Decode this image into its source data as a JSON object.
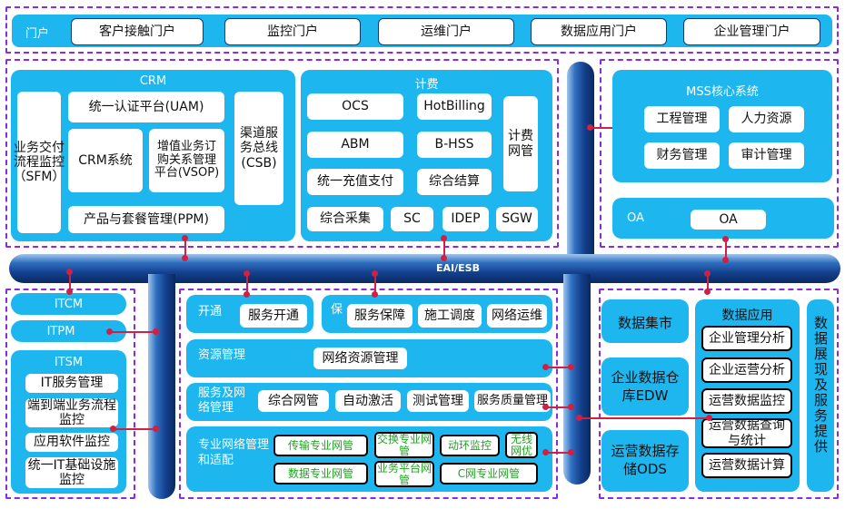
{
  "portal": {
    "label": "门户",
    "items": [
      "客户接触门户",
      "监控门户",
      "运维门户",
      "数据应用门户",
      "企业管理门户"
    ]
  },
  "crm": {
    "title": "CRM",
    "sfm": "业务交付流程监控（SFM）",
    "uam": "统一认证平台(UAM)",
    "crm_system": "CRM系统",
    "vsop": "增值业务订购关系管理平台(VSOP)",
    "csb": "渠道服务总线(CSB)",
    "ppm": "产品与套餐管理(PPM)"
  },
  "billing": {
    "title": "计费",
    "ocs": "OCS",
    "hotbilling": "HotBilling",
    "abm": "ABM",
    "bhss": "B-HSS",
    "recharge": "统一充值支付",
    "settlement": "综合结算",
    "network": "计费网管",
    "collect": "综合采集",
    "sc": "SC",
    "idep": "IDEP",
    "sgw": "SGW"
  },
  "mss": {
    "title": "MSS核心系统",
    "items": [
      "工程管理",
      "人力资源",
      "财务管理",
      "审计管理"
    ]
  },
  "oa": {
    "label": "OA",
    "item": "OA"
  },
  "bus": {
    "label": "EAI/ESB"
  },
  "it": {
    "itcm": "ITCM",
    "itpm": "ITPM",
    "itsm": "ITSM",
    "items": [
      "IT服务管理",
      "端到端业务流程监控",
      "应用软件监控",
      "统一IT基础设施监控"
    ]
  },
  "oss": {
    "provision_label": "开通",
    "provision_item": "服务开通",
    "assurance_label": "保",
    "assurance_items": [
      "服务保障",
      "施工调度",
      "网络运维"
    ],
    "resource_label": "资源管理",
    "resource_item": "网络资源管理",
    "service_label": "服务及网络管理",
    "service_items": [
      "综合网管",
      "自动激活",
      "测试管理",
      "服务质量管理"
    ],
    "pro_label": "专业网络管理和适配",
    "pro_items": [
      "传输专业网管",
      "交换专业网管",
      "动环监控",
      "无线网优",
      "数据专业网管",
      "业务平台网管",
      "C网专业网管"
    ]
  },
  "data": {
    "mart": "数据集市",
    "edw": "企业数据仓库EDW",
    "ods": "运营数据存储ODS",
    "app_title": "数据应用",
    "app_items": [
      "企业管理分析",
      "企业运营分析",
      "运营数据监控",
      "运营数据查询与统计",
      "运营数据计算"
    ],
    "present": "数据展现及服务提供"
  },
  "colors": {
    "panel": "#1eb6ef",
    "pipe": "#143f8c",
    "dashed": "#8a2be2",
    "connector": "#d02043",
    "green_text": "#23a323"
  }
}
